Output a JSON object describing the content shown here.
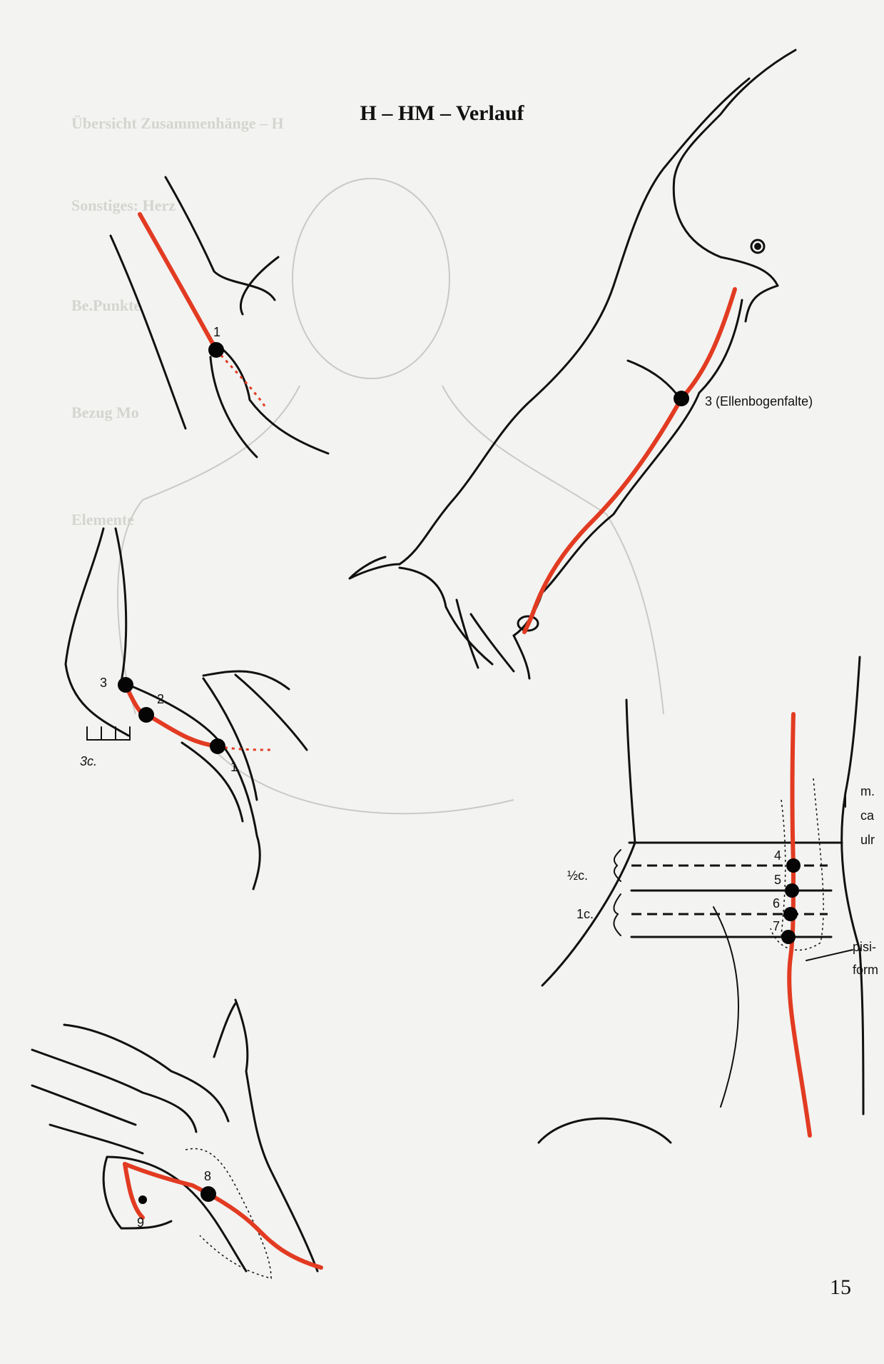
{
  "page": {
    "title": "H – HM – Verlauf",
    "page_number": "15"
  },
  "colors": {
    "meridian_red": "#e23b22",
    "ink": "#111111",
    "paper": "#f3f3f1"
  },
  "figures": {
    "armpit": {
      "point_1": "1"
    },
    "elbow": {
      "point_1": "1",
      "point_2": "2",
      "point_3": "3",
      "measure": "3c."
    },
    "arm": {
      "point_3": "3 (Ellenbogenfalte)"
    },
    "hand": {
      "point_8": "8",
      "point_9": "9"
    },
    "wrist": {
      "points": [
        "4",
        "5",
        "6",
        "7"
      ],
      "half_cun": "½c.",
      "one_cun": "1c.",
      "muscle_line1": "m.",
      "muscle_line2": "ca",
      "muscle_line3": "ulr",
      "pisi_line1": "pisi-",
      "pisi_line2": "form"
    }
  }
}
